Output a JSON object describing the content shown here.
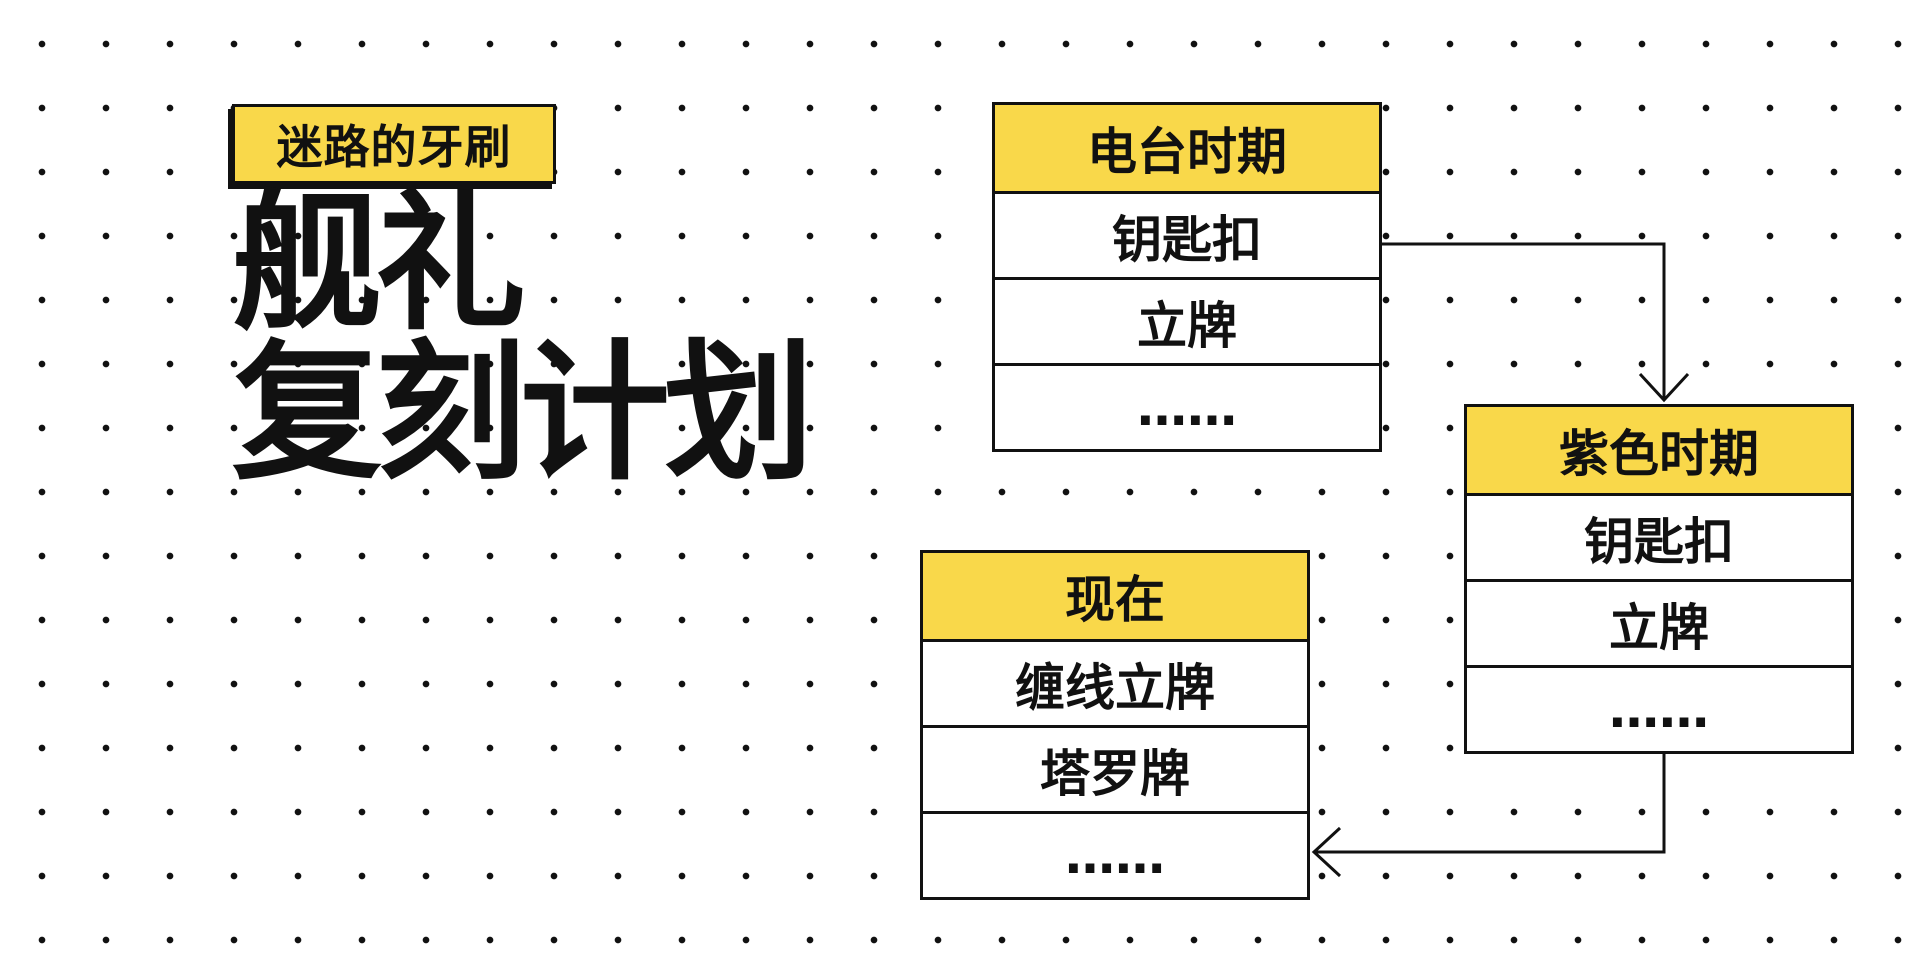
{
  "author_tag": "迷路的牙刷",
  "title_lines": [
    "舰礼",
    "复刻计划"
  ],
  "boxes": {
    "radio": {
      "header": "电台时期",
      "items": [
        "钥匙扣",
        "立牌",
        "……"
      ]
    },
    "purple": {
      "header": "紫色时期",
      "items": [
        "钥匙扣",
        "立牌",
        "……"
      ]
    },
    "now": {
      "header": "现在",
      "items": [
        "缠线立牌",
        "塔罗牌",
        "……"
      ]
    }
  },
  "colors": {
    "accent": "#f9d84a",
    "ink": "#111111",
    "background": "#ffffff"
  }
}
